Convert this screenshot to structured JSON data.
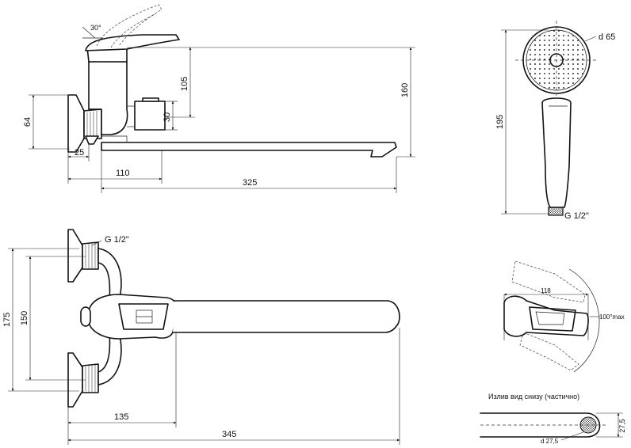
{
  "side_view": {
    "angle_label": "30°",
    "dims": {
      "d105": "105",
      "d160": "160",
      "d64": "64",
      "d30": "30",
      "d25": "25",
      "d110": "110",
      "d325": "325"
    }
  },
  "top_view": {
    "thread_label": "G 1/2\"",
    "dims": {
      "d175": "175",
      "d150": "150",
      "d135": "135",
      "d345": "345"
    }
  },
  "shower_head": {
    "diameter_label": "d 65",
    "length_label": "195",
    "thread_label": "G 1/2\""
  },
  "handle_detail": {
    "width_label": "118",
    "angle_label": "100°max"
  },
  "spout_bottom": {
    "caption": "Излив вид снизу (частично)",
    "diameter_label": "d 27,5",
    "height_label": "27,5"
  }
}
